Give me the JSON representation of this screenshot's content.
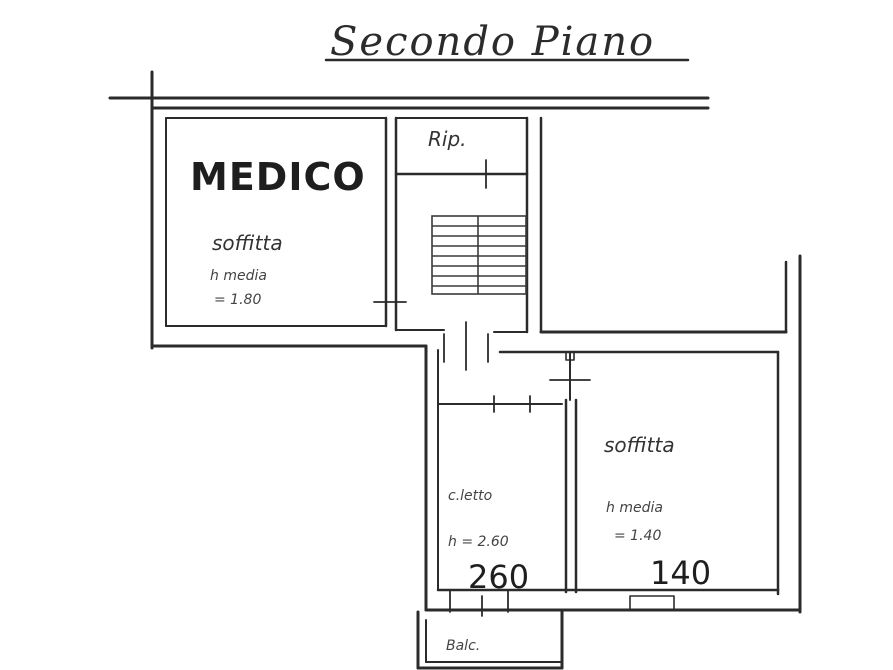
{
  "title": "Secondo Piano",
  "owner_label": "MEDICO",
  "rooms": {
    "top_left": {
      "name": "soffitta",
      "height_line": "h media",
      "height_value": "= 1.80"
    },
    "stairs": {
      "name": "Rip."
    },
    "bedroom": {
      "name": "c.letto",
      "height_value": "h = 2.60"
    },
    "right": {
      "name": "soffitta",
      "height_line": "h media",
      "height_value": "= 1.40"
    },
    "balcony": {
      "name": "Balc."
    }
  },
  "dimensions": {
    "bedroom": "260",
    "right": "140"
  }
}
